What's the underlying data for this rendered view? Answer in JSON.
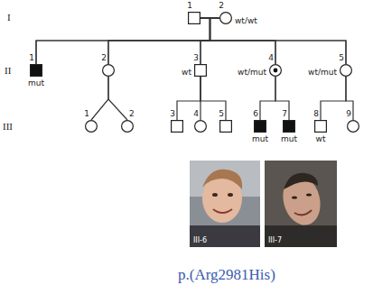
{
  "diagram": {
    "nodes": [
      {
        "text": [
          "1"
        ]
      },
      {
        "text": [
          "2",
          "wt/wt"
        ]
      },
      {
        "text": [
          "1",
          "mut"
        ]
      },
      {
        "text": [
          "2"
        ]
      },
      {
        "text": [
          "3",
          "wt"
        ]
      },
      {
        "text": [
          "4",
          "wt/mut"
        ]
      },
      {
        "text": [
          "5",
          "wt/mut"
        ]
      },
      {
        "text": [
          "1"
        ]
      },
      {
        "text": [
          "2"
        ]
      },
      {
        "text": [
          "3"
        ]
      },
      {
        "text": [
          "4"
        ]
      },
      {
        "text": [
          "5"
        ]
      },
      {
        "text": [
          "6",
          "mut"
        ]
      },
      {
        "text": [
          "7",
          "mut"
        ]
      },
      {
        "text": [
          "8",
          "wt"
        ]
      },
      {
        "text": [
          "9"
        ]
      },
      {
        "text": [
          "III-6"
        ]
      },
      {
        "text": [
          "III-7"
        ]
      }
    ],
    "edges": [
      {
        "from": 0,
        "to": 1,
        "arrow": "none"
      },
      {
        "from": 0,
        "to": 2,
        "arrow": "none"
      },
      {
        "from": 0,
        "to": 3,
        "arrow": "none"
      },
      {
        "from": 0,
        "to": 4,
        "arrow": "none"
      },
      {
        "from": 0,
        "to": 5,
        "arrow": "none"
      },
      {
        "from": 0,
        "to": 6,
        "arrow": "none"
      },
      {
        "from": 1,
        "to": 2,
        "arrow": "none"
      },
      {
        "from": 1,
        "to": 3,
        "arrow": "none"
      },
      {
        "from": 1,
        "to": 4,
        "arrow": "none"
      },
      {
        "from": 1,
        "to": 5,
        "arrow": "none"
      },
      {
        "from": 1,
        "to": 6,
        "arrow": "none"
      },
      {
        "from": 3,
        "to": 7,
        "arrow": "none"
      },
      {
        "from": 3,
        "to": 8,
        "arrow": "none"
      },
      {
        "from": 4,
        "to": 9,
        "arrow": "none"
      },
      {
        "from": 4,
        "to": 10,
        "arrow": "none"
      },
      {
        "from": 4,
        "to": 11,
        "arrow": "none"
      },
      {
        "from": 5,
        "to": 12,
        "arrow": "none"
      },
      {
        "from": 5,
        "to": 13,
        "arrow": "none"
      },
      {
        "from": 6,
        "to": 14,
        "arrow": "none"
      },
      {
        "from": 6,
        "to": 15,
        "arrow": "none"
      }
    ],
    "labels": [
      "I",
      "II",
      "III",
      "p.(Arg2981His)"
    ]
  }
}
